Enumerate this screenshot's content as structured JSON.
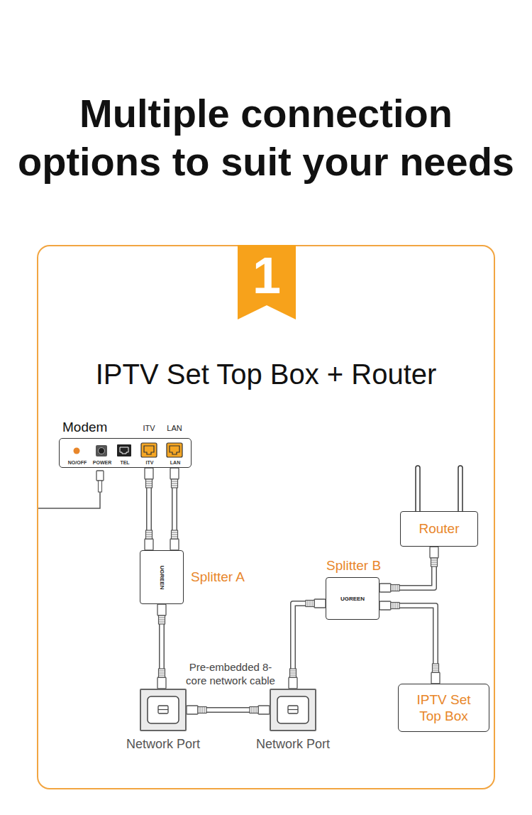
{
  "diagram": {
    "title": "Multiple connection options to suit your needs",
    "nodes": [
      {
        "text": [
          "IPTV Set Top Box + Router"
        ]
      },
      {
        "text": [
          "1"
        ],
        "in": 0
      },
      {
        "text": [
          "Modem",
          "NO/OFF",
          "POWER",
          "TEL",
          "ITV",
          "LAN"
        ],
        "in": 0
      },
      {
        "text": [
          "Router"
        ],
        "in": 0
      },
      {
        "text": [
          "UGREEN",
          "Splitter A"
        ],
        "in": 0
      },
      {
        "text": [
          "Splitter B",
          "UGREEN"
        ],
        "in": 0
      },
      {
        "text": [
          "Network Port"
        ],
        "in": 0
      },
      {
        "text": [
          "Network Port"
        ],
        "in": 0
      },
      {
        "text": [
          "IPTV Set Top Box"
        ],
        "in": 0
      }
    ],
    "edges": [
      {
        "from": 2,
        "to": 4,
        "arrow": "none"
      },
      {
        "from": 2,
        "to": 4,
        "arrow": "none"
      },
      {
        "from": 4,
        "to": 6,
        "arrow": "none"
      },
      {
        "from": 6,
        "to": 7,
        "arrow": "none"
      },
      {
        "from": 7,
        "to": 5,
        "arrow": "none"
      },
      {
        "from": 5,
        "to": 3,
        "arrow": "none"
      },
      {
        "from": 5,
        "to": 8,
        "arrow": "none"
      }
    ],
    "labels": [
      "ITV",
      "LAN",
      "Pre-embedded 8-core network cable"
    ]
  }
}
